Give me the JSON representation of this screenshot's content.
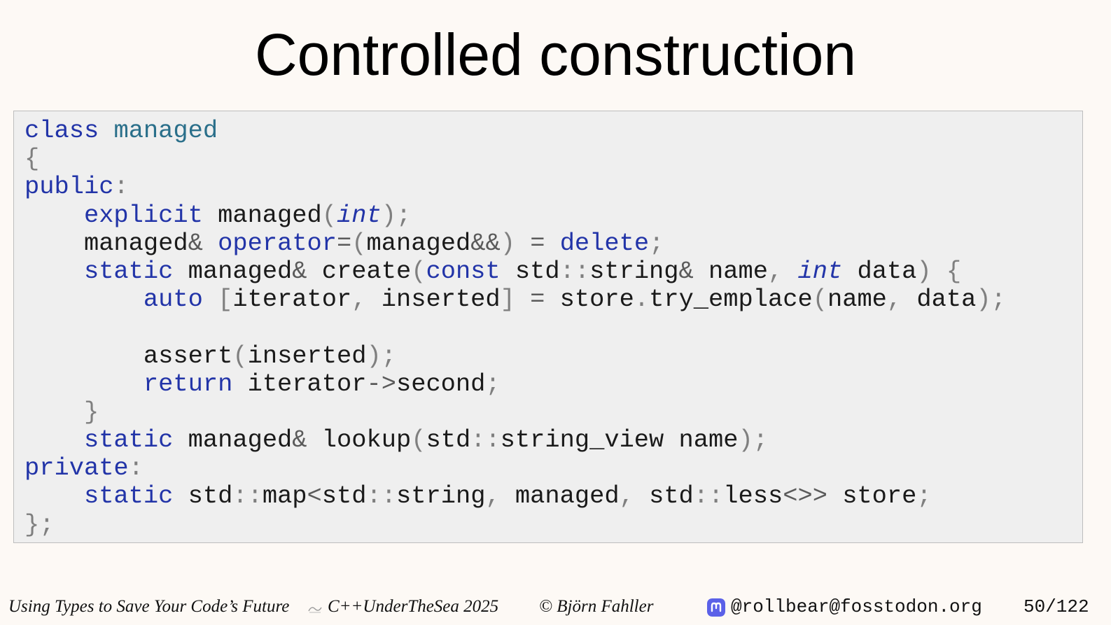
{
  "slide": {
    "title": "Controlled construction",
    "code_lines": [
      [
        [
          "kw",
          "class"
        ],
        [
          "p",
          " "
        ],
        [
          "ty",
          "managed"
        ]
      ],
      [
        [
          "pn",
          "{"
        ]
      ],
      [
        [
          "kw",
          "public"
        ],
        [
          "pn",
          ":"
        ]
      ],
      [
        [
          "p",
          "    "
        ],
        [
          "kw",
          "explicit"
        ],
        [
          "p",
          " managed"
        ],
        [
          "pn",
          "("
        ],
        [
          "it",
          "int"
        ],
        [
          "pn",
          ");"
        ]
      ],
      [
        [
          "p",
          "    managed"
        ],
        [
          "op",
          "&"
        ],
        [
          "p",
          " "
        ],
        [
          "kw",
          "operator"
        ],
        [
          "op",
          "="
        ],
        [
          "pn",
          "("
        ],
        [
          "p",
          "managed"
        ],
        [
          "op",
          "&&"
        ],
        [
          "pn",
          ")"
        ],
        [
          "p",
          " "
        ],
        [
          "op",
          "="
        ],
        [
          "p",
          " "
        ],
        [
          "kw",
          "delete"
        ],
        [
          "pn",
          ";"
        ]
      ],
      [
        [
          "p",
          "    "
        ],
        [
          "kw",
          "static"
        ],
        [
          "p",
          " managed"
        ],
        [
          "op",
          "&"
        ],
        [
          "p",
          " create"
        ],
        [
          "pn",
          "("
        ],
        [
          "kw",
          "const"
        ],
        [
          "p",
          " std"
        ],
        [
          "pn",
          "::"
        ],
        [
          "p",
          "string"
        ],
        [
          "op",
          "&"
        ],
        [
          "p",
          " name"
        ],
        [
          "pn",
          ","
        ],
        [
          "p",
          " "
        ],
        [
          "it",
          "int"
        ],
        [
          "p",
          " data"
        ],
        [
          "pn",
          ")"
        ],
        [
          "p",
          " "
        ],
        [
          "pn",
          "{"
        ]
      ],
      [
        [
          "p",
          "        "
        ],
        [
          "kw",
          "auto"
        ],
        [
          "p",
          " "
        ],
        [
          "pn",
          "["
        ],
        [
          "p",
          "iterator"
        ],
        [
          "pn",
          ","
        ],
        [
          "p",
          " inserted"
        ],
        [
          "pn",
          "]"
        ],
        [
          "p",
          " "
        ],
        [
          "op",
          "="
        ],
        [
          "p",
          " store"
        ],
        [
          "pn",
          "."
        ],
        [
          "p",
          "try_emplace"
        ],
        [
          "pn",
          "("
        ],
        [
          "p",
          "name"
        ],
        [
          "pn",
          ","
        ],
        [
          "p",
          " data"
        ],
        [
          "pn",
          ");"
        ]
      ],
      [],
      [
        [
          "p",
          "        assert"
        ],
        [
          "pn",
          "("
        ],
        [
          "p",
          "inserted"
        ],
        [
          "pn",
          ");"
        ]
      ],
      [
        [
          "p",
          "        "
        ],
        [
          "kw",
          "return"
        ],
        [
          "p",
          " iterator"
        ],
        [
          "op",
          "->"
        ],
        [
          "p",
          "second"
        ],
        [
          "pn",
          ";"
        ]
      ],
      [
        [
          "p",
          "    "
        ],
        [
          "pn",
          "}"
        ]
      ],
      [
        [
          "p",
          "    "
        ],
        [
          "kw",
          "static"
        ],
        [
          "p",
          " managed"
        ],
        [
          "op",
          "&"
        ],
        [
          "p",
          " lookup"
        ],
        [
          "pn",
          "("
        ],
        [
          "p",
          "std"
        ],
        [
          "pn",
          "::"
        ],
        [
          "p",
          "string_view name"
        ],
        [
          "pn",
          ");"
        ]
      ],
      [
        [
          "kw",
          "private"
        ],
        [
          "pn",
          ":"
        ]
      ],
      [
        [
          "p",
          "    "
        ],
        [
          "kw",
          "static"
        ],
        [
          "p",
          " std"
        ],
        [
          "pn",
          "::"
        ],
        [
          "p",
          "map"
        ],
        [
          "op",
          "<"
        ],
        [
          "p",
          "std"
        ],
        [
          "pn",
          "::"
        ],
        [
          "p",
          "string"
        ],
        [
          "pn",
          ","
        ],
        [
          "p",
          " managed"
        ],
        [
          "pn",
          ","
        ],
        [
          "p",
          " std"
        ],
        [
          "pn",
          "::"
        ],
        [
          "p",
          "less"
        ],
        [
          "op",
          "<>>"
        ],
        [
          "p",
          " store"
        ],
        [
          "pn",
          ";"
        ]
      ],
      [
        [
          "pn",
          "};"
        ]
      ]
    ]
  },
  "footer": {
    "talk_title": "Using Types to Save Your Code’s Future",
    "conference": "C++UnderTheSea 2025",
    "copyright": "© Björn Fahller",
    "handle": "@rollbear@fosstodon.org",
    "page": "50/122"
  },
  "colors": {
    "keyword": "#2234a8",
    "type": "#2a6f8a",
    "punctuation": "#7f7f7f",
    "background": "#fdf9f5",
    "code_background": "#efefef",
    "mastodon": "#5b61e8"
  },
  "icons": {
    "conference_logo": "sea-logo-icon",
    "social": "mastodon-icon"
  }
}
